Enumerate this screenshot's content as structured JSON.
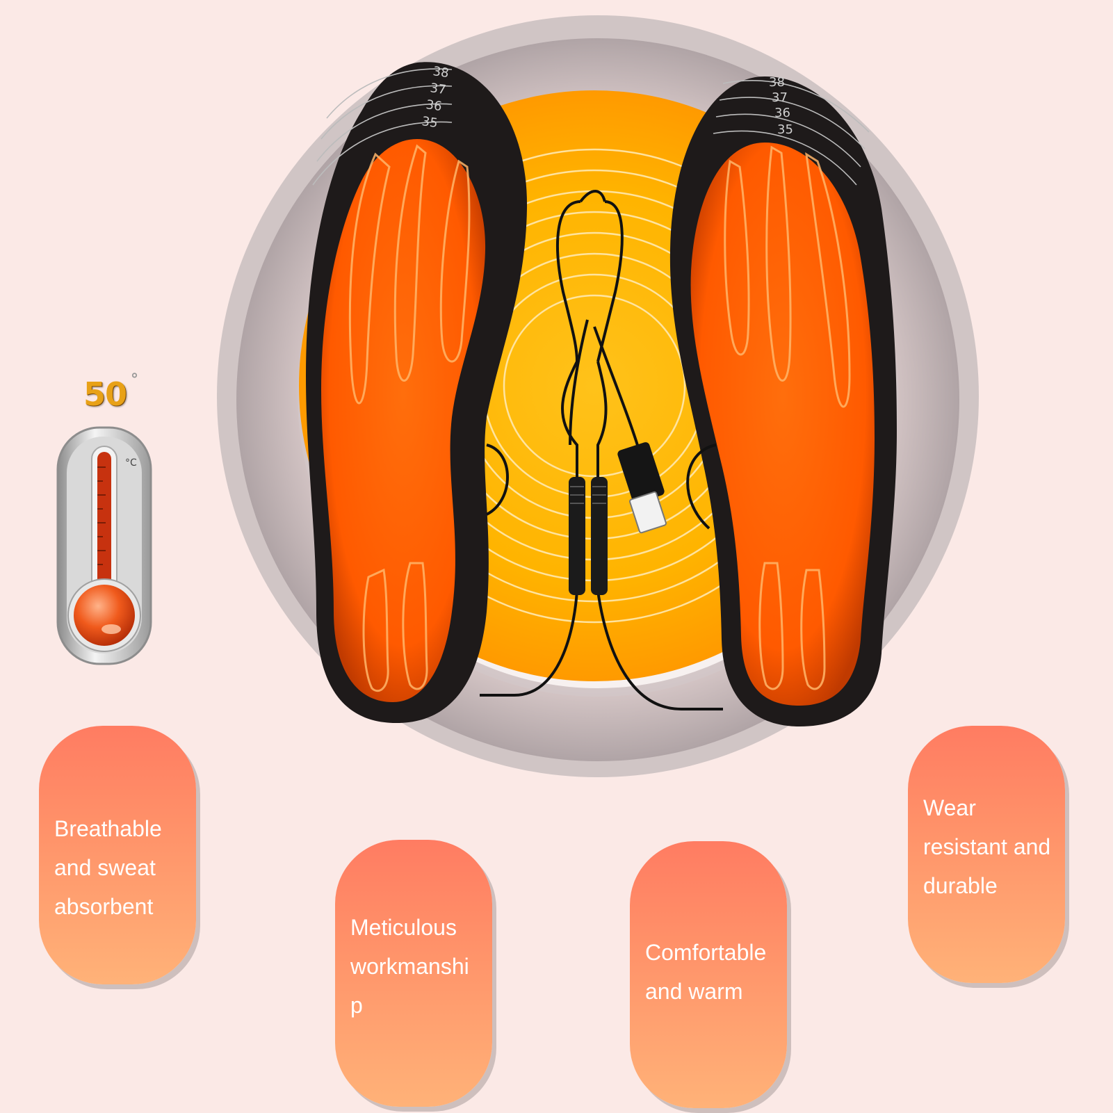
{
  "thermometer": {
    "temperature": "50",
    "degree_symbol": "°",
    "unit_label": "°C",
    "icon": "thermometer-icon"
  },
  "insoles": {
    "size_marks": [
      "38",
      "37",
      "36",
      "35"
    ]
  },
  "features": [
    {
      "lines": [
        "Breathable",
        "and sweat",
        "absorbent"
      ]
    },
    {
      "lines": [
        "Meticulous",
        "workmanshi",
        "p"
      ]
    },
    {
      "lines": [
        "Comfortable",
        "and warm"
      ]
    },
    {
      "lines": [
        "Wear",
        "resistant and",
        "durable"
      ]
    }
  ],
  "colors": {
    "background": "#fbe9e6",
    "heat_orange": "#ff6a0a",
    "glow_yellow": "#ffc21a",
    "pill_top": "#ff7c62",
    "pill_bottom": "#ffb278"
  }
}
